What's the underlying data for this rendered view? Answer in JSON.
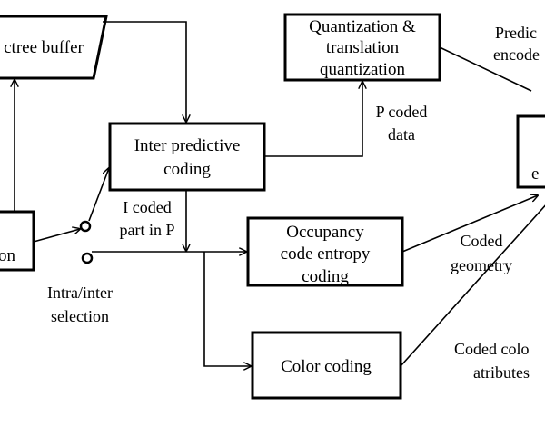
{
  "colors": {
    "stroke": "#000000",
    "background": "#ffffff",
    "text": "#000000"
  },
  "blocks": {
    "octree_buffer": "ctree buffer",
    "quantization": [
      "Quantization &",
      "translation",
      "quantization"
    ],
    "inter_predictive": [
      "Inter predictive",
      "coding"
    ],
    "left_cut_block": "on",
    "occupancy": [
      "Occupancy",
      "code entropy",
      "coding"
    ],
    "color_coding": "Color coding",
    "right_cut_block": "e"
  },
  "labels": {
    "p_coded_data": [
      "P coded",
      "data"
    ],
    "i_coded_part": [
      "I coded",
      "part in P"
    ],
    "intra_inter_selection": [
      "Intra/inter",
      "selection"
    ],
    "coded_geometry": [
      "Coded",
      "geometry"
    ],
    "predicted_encoded": [
      "Predic",
      "encode"
    ],
    "coded_color_attributes": [
      "Coded colo",
      "atributes"
    ]
  }
}
